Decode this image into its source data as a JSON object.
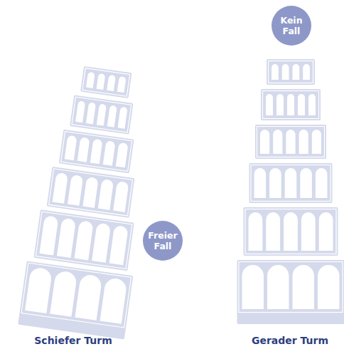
{
  "diagram": {
    "nodes": [
      {
        "text": [
          "Freier Fall"
        ]
      },
      {
        "text": [
          "Kein Fall"
        ]
      }
    ],
    "labels": [
      "Schiefer Turm",
      "Gerader Turm"
    ]
  }
}
